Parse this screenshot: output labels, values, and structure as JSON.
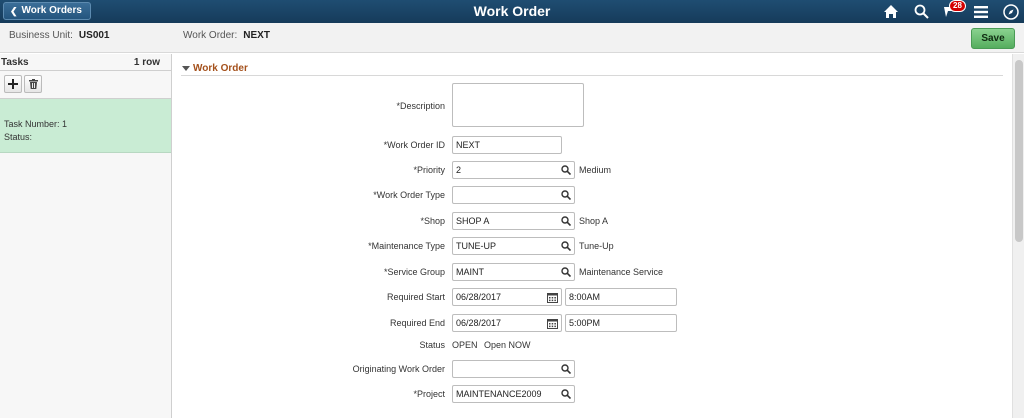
{
  "banner": {
    "back_label": "Work Orders",
    "title": "Work Order",
    "notification_count": "28",
    "icons": [
      "home-icon",
      "search-icon",
      "notification-flag-icon",
      "menu-icon",
      "navbar-compass-icon"
    ]
  },
  "context": {
    "business_unit_label": "Business Unit:",
    "business_unit_value": "US001",
    "work_order_label": "Work Order:",
    "work_order_value": "NEXT",
    "save_label": "Save"
  },
  "tasks": {
    "title": "Tasks",
    "row_count": "1 row",
    "items": [
      {
        "task_number": "Task Number:  1",
        "status": "Status:"
      }
    ]
  },
  "form": {
    "section_title": "Work Order",
    "description_label": "Description",
    "description_value": "",
    "work_order_id_label": "Work Order ID",
    "work_order_id_value": "NEXT",
    "priority_label": "Priority",
    "priority_value": "2",
    "priority_desc": "Medium",
    "work_order_type_label": "Work Order Type",
    "work_order_type_value": "",
    "shop_label": "Shop",
    "shop_value": "SHOP A",
    "shop_desc": "Shop A",
    "maintenance_type_label": "Maintenance Type",
    "maintenance_type_value": "TUNE-UP",
    "maintenance_type_desc": "Tune-Up",
    "service_group_label": "Service Group",
    "service_group_value": "MAINT",
    "service_group_desc": "Maintenance Service",
    "required_start_label": "Required Start",
    "required_start_date": "06/28/2017",
    "required_start_time": "8:00AM",
    "required_end_label": "Required End",
    "required_end_date": "06/28/2017",
    "required_end_time": "5:00PM",
    "status_label": "Status",
    "status_value": "OPEN",
    "status_desc": "Open NOW",
    "originating_wo_label": "Originating Work Order",
    "originating_wo_value": "",
    "project_label": "Project",
    "project_value": "MAINTENANCE2009"
  }
}
